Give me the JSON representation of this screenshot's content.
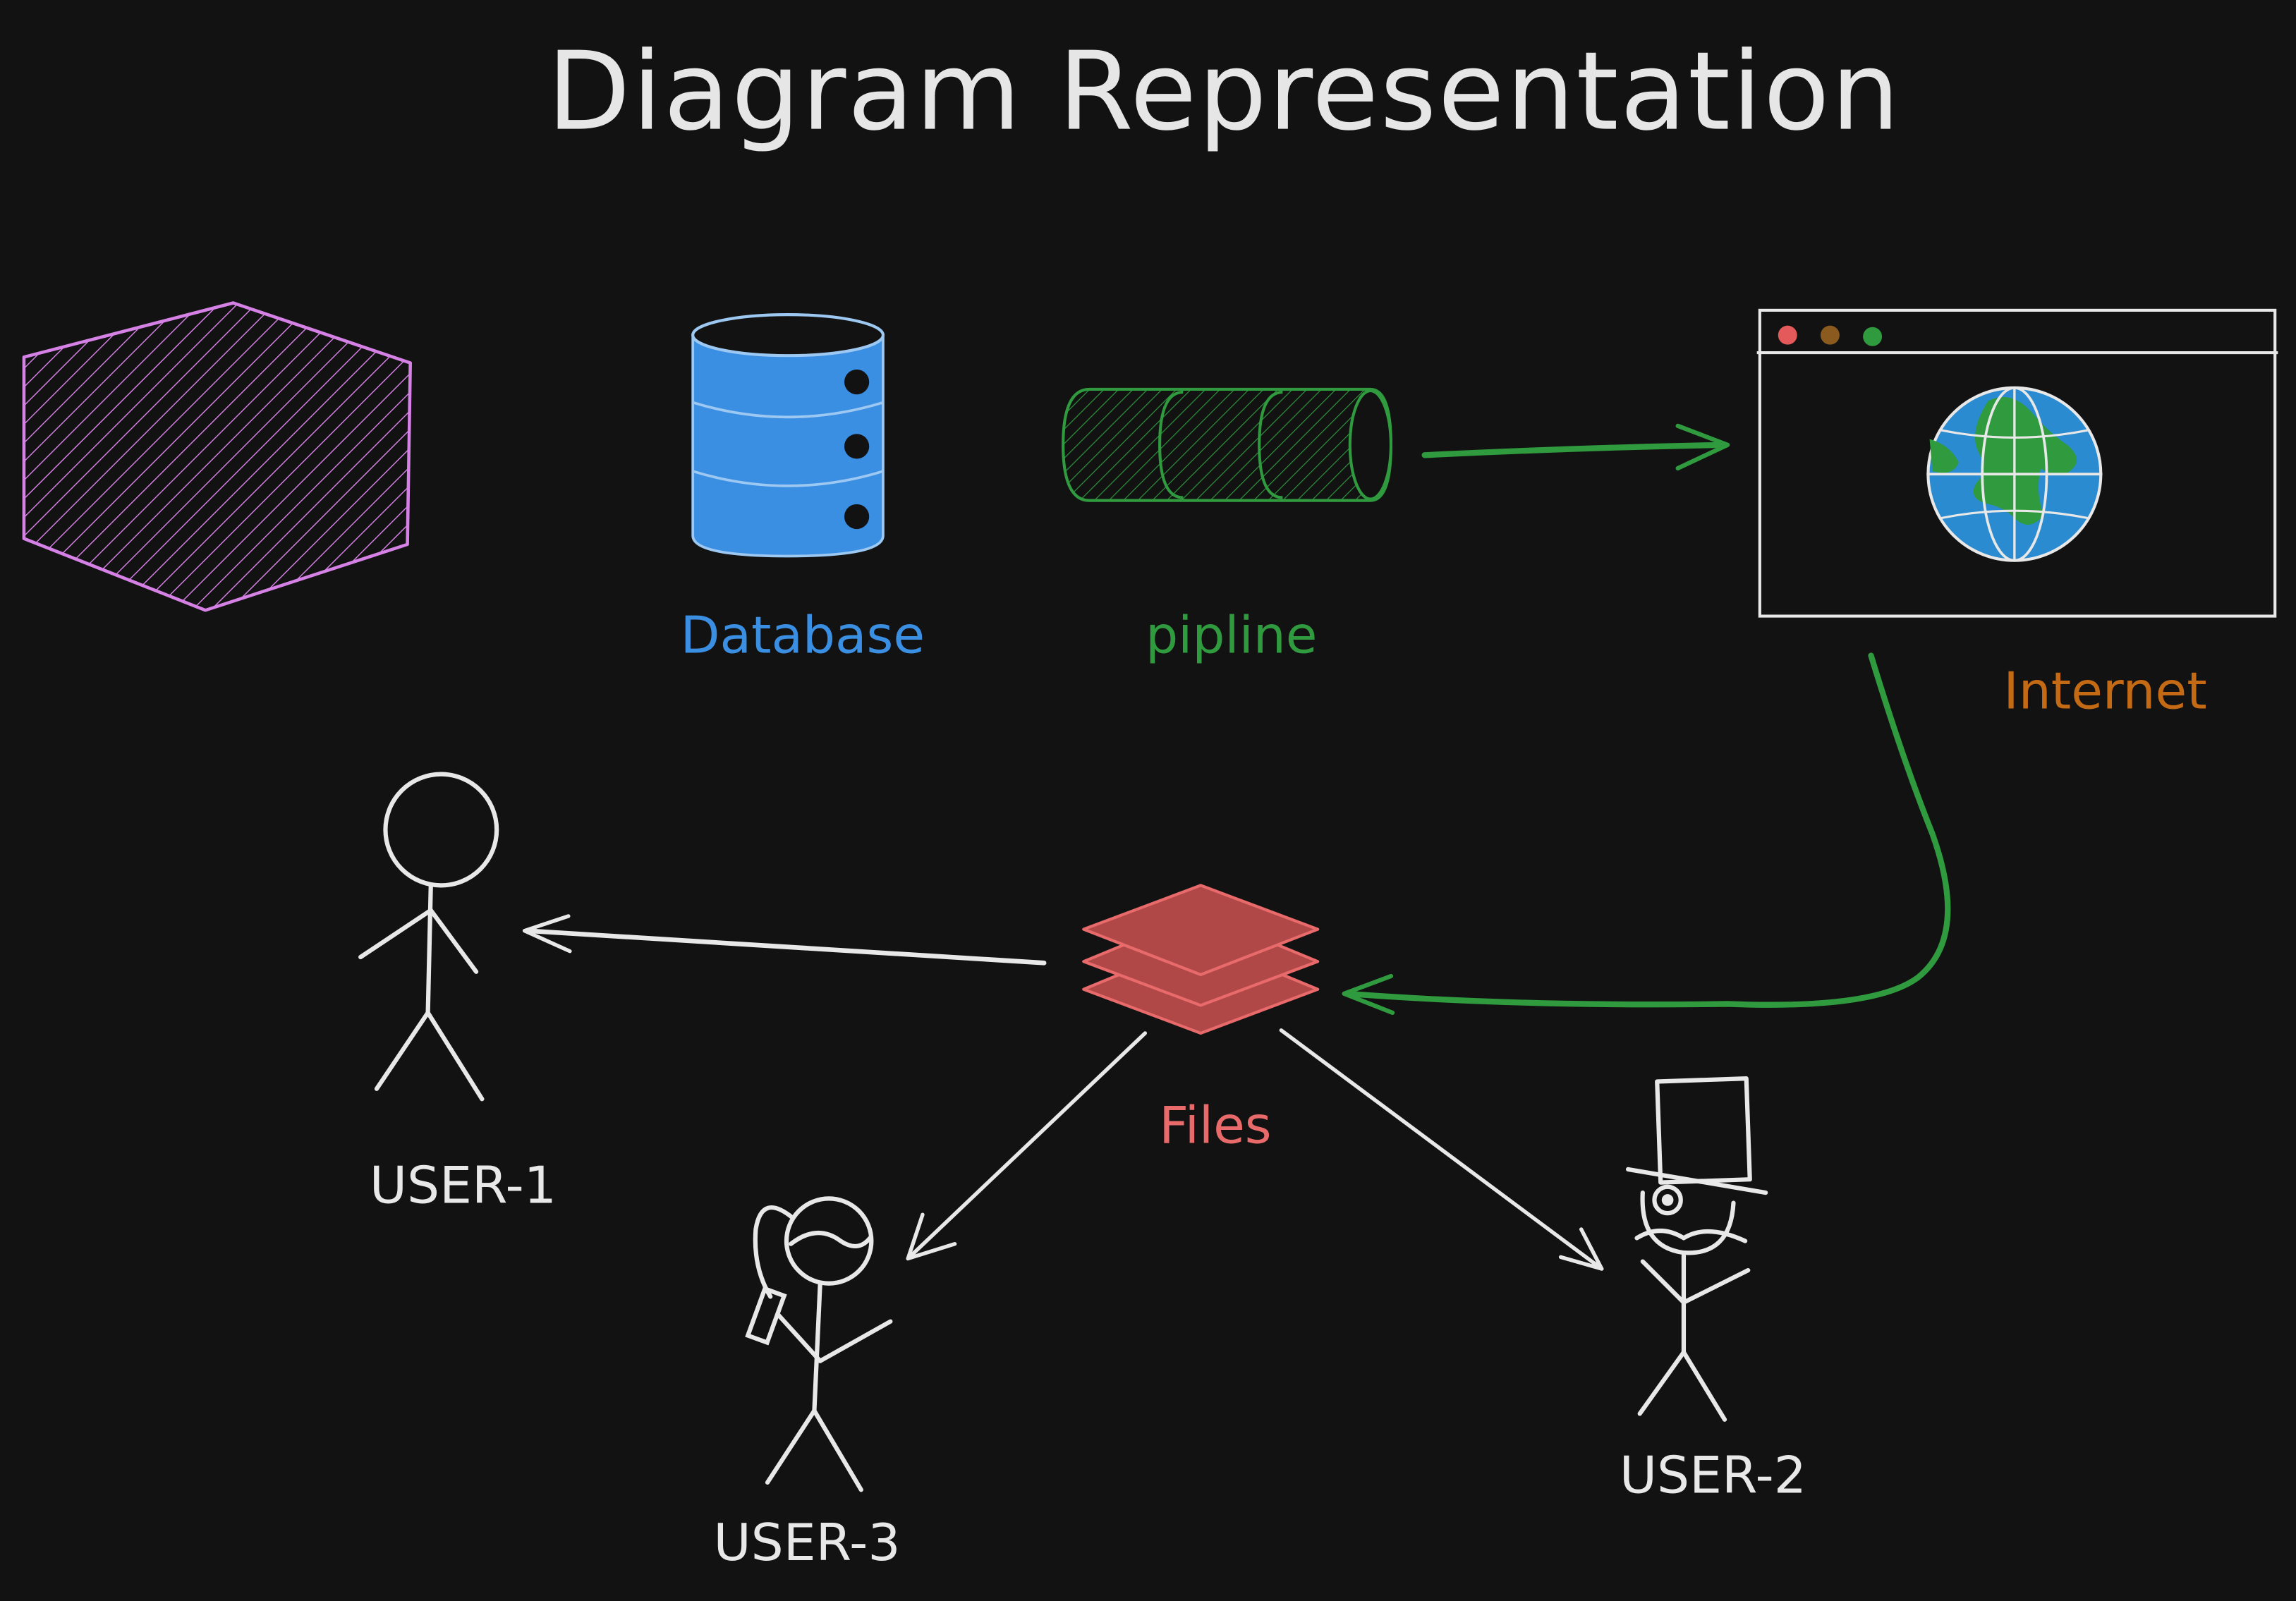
{
  "title": "Diagram Representation",
  "labels": {
    "database": "Database",
    "pipeline": "pipline",
    "internet": "Internet",
    "files": "Files",
    "user1": "USER-1",
    "user2": "USER-2",
    "user3": "USER-3"
  },
  "colors": {
    "background": "#121212",
    "title": "#e6e6e6",
    "hexagon": "#d681e6",
    "database": "#3b8fe3",
    "pipeline": "#2f9a3e",
    "internet": "#c46a14",
    "files": "#e86a6a",
    "files_fill": "#b04848",
    "figure": "#e8e8e8",
    "globe_ocean": "#2b8bd0",
    "globe_land": "#2f9a3e",
    "dot_red": "#e45a5a",
    "dot_brown": "#8a5a1f",
    "dot_green": "#2f9a3e"
  },
  "icons": [
    "hexagon-shape-icon",
    "database-icon",
    "pipeline-icon",
    "browser-window-icon",
    "globe-icon",
    "files-stack-icon",
    "stick-figure-icon",
    "top-hat-figure-icon",
    "phone-figure-icon"
  ],
  "connections": [
    {
      "from": "pipline",
      "to": "Internet"
    },
    {
      "from": "Internet",
      "to": "Files"
    },
    {
      "from": "Files",
      "to": "USER-1"
    },
    {
      "from": "Files",
      "to": "USER-2"
    },
    {
      "from": "Files",
      "to": "USER-3"
    }
  ]
}
